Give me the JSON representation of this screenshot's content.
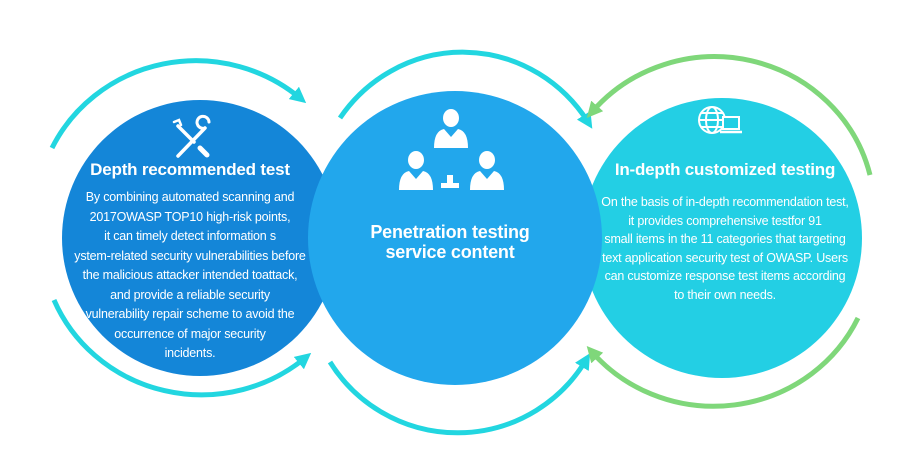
{
  "colors": {
    "left_circle": "#1486d8",
    "center_circle": "#22a7ec",
    "right_circle": "#23cfe4",
    "arc_cyan": "#22d6e0",
    "arc_green": "#7fd77a",
    "white": "#ffffff"
  },
  "left": {
    "icon": "tools-icon",
    "title": "Depth recommended test",
    "lines": [
      "By combining automated scanning and",
      "2017OWASP TOP10 high-risk points,",
      "it can timely detect information s",
      "ystem-related security vulnerabilities before",
      "the malicious attacker intended toattack,",
      "and provide a reliable security",
      "vulnerability repair scheme to avoid the",
      "occurrence of major security",
      "incidents."
    ]
  },
  "center": {
    "icon": "team-icon",
    "title_lines": [
      "Penetration testing",
      "service content"
    ]
  },
  "right": {
    "icon": "globe-laptop-icon",
    "title": "In-depth customized testing",
    "lines": [
      "On the basis of in-depth recommendation test,",
      "it provides comprehensive testfor 91",
      "small items in the 11 categories that targeting",
      "text application security test of OWASP. Users",
      "can customize response test items according",
      "to their own needs."
    ]
  }
}
